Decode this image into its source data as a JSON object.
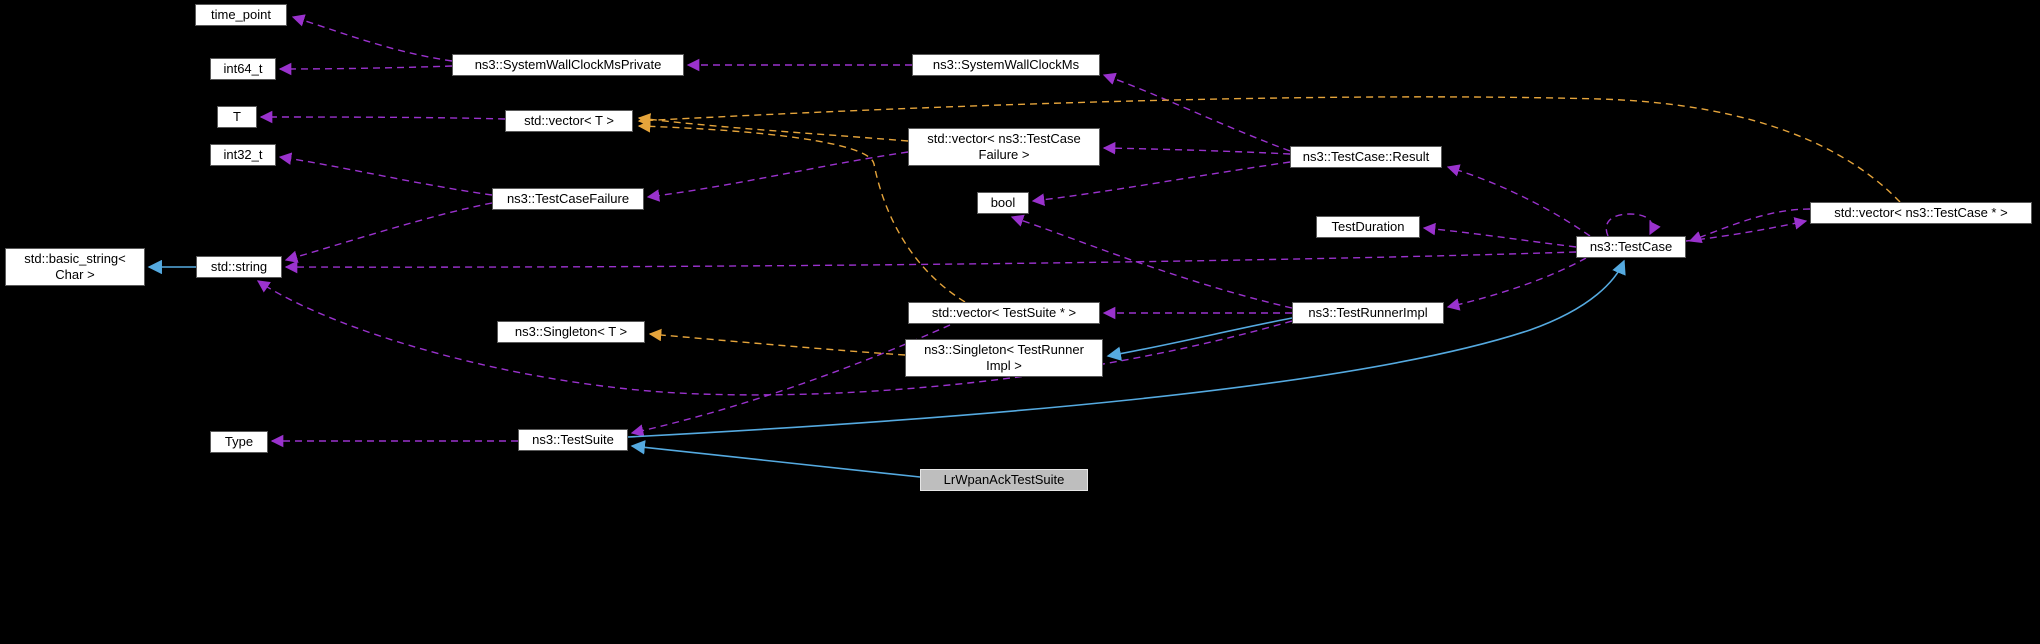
{
  "diagram": {
    "kind": "doxygen-collaboration-graph",
    "highlighted_node": "LrWpanAckTestSuite",
    "colors": {
      "background": "#000000",
      "node_fill": "#ffffff",
      "node_text": "#000000",
      "highlight_fill": "#bebebe",
      "collaboration_edge": "#9a32cd",
      "template_edge": "#e5a43b",
      "inheritance_edge": "#55aae0"
    },
    "nodes": [
      {
        "id": "time-point",
        "label": "time_point"
      },
      {
        "id": "int64-t",
        "label": "int64_t"
      },
      {
        "id": "t",
        "label": "T"
      },
      {
        "id": "int32-t",
        "label": "int32_t"
      },
      {
        "id": "system-wall-clock-ms-private",
        "label": "ns3::SystemWallClockMsPrivate"
      },
      {
        "id": "system-wall-clock-ms",
        "label": "ns3::SystemWallClockMs"
      },
      {
        "id": "vector-t",
        "label": "std::vector< T >"
      },
      {
        "id": "vector-testcase-failure",
        "label": "std::vector< ns3::TestCase Failure >"
      },
      {
        "id": "testcase-result",
        "label": "ns3::TestCase::Result"
      },
      {
        "id": "testcase-failure",
        "label": "ns3::TestCaseFailure"
      },
      {
        "id": "bool",
        "label": "bool"
      },
      {
        "id": "test-duration",
        "label": "TestDuration"
      },
      {
        "id": "testcase",
        "label": "ns3::TestCase"
      },
      {
        "id": "vector-testcase-ptr",
        "label": "std::vector< ns3::TestCase * >"
      },
      {
        "id": "basic-string-char",
        "label": "std::basic_string< Char >"
      },
      {
        "id": "std-string",
        "label": "std::string"
      },
      {
        "id": "vector-testsuite-ptr",
        "label": "std::vector< TestSuite * >"
      },
      {
        "id": "test-runner-impl",
        "label": "ns3::TestRunnerImpl"
      },
      {
        "id": "singleton-t",
        "label": "ns3::Singleton< T >"
      },
      {
        "id": "singleton-test-runner-impl",
        "label": "ns3::Singleton< TestRunner Impl >"
      },
      {
        "id": "type",
        "label": "Type"
      },
      {
        "id": "testsuite",
        "label": "ns3::TestSuite"
      },
      {
        "id": "lr-wpan-ack-test-suite",
        "label": "LrWpanAckTestSuite"
      }
    ],
    "edges": [
      {
        "from": "ns3::SystemWallClockMsPrivate",
        "to": "time_point",
        "kind": "collaboration"
      },
      {
        "from": "ns3::SystemWallClockMsPrivate",
        "to": "int64_t",
        "kind": "collaboration"
      },
      {
        "from": "ns3::SystemWallClockMs",
        "to": "ns3::SystemWallClockMsPrivate",
        "kind": "collaboration"
      },
      {
        "from": "std::vector< T >",
        "to": "T",
        "kind": "collaboration"
      },
      {
        "from": "ns3::TestCaseFailure",
        "to": "int32_t",
        "kind": "collaboration"
      },
      {
        "from": "ns3::TestCaseFailure",
        "to": "std::string",
        "kind": "collaboration"
      },
      {
        "from": "std::vector< ns3::TestCase Failure >",
        "to": "ns3::TestCaseFailure",
        "kind": "collaboration"
      },
      {
        "from": "ns3::TestCase::Result",
        "to": "std::vector< ns3::TestCase Failure >",
        "kind": "collaboration"
      },
      {
        "from": "ns3::TestCase::Result",
        "to": "ns3::SystemWallClockMs",
        "kind": "collaboration"
      },
      {
        "from": "ns3::TestCase::Result",
        "to": "bool",
        "kind": "collaboration"
      },
      {
        "from": "ns3::TestCase",
        "to": "ns3::TestCase::Result",
        "kind": "collaboration"
      },
      {
        "from": "ns3::TestCase",
        "to": "TestDuration",
        "kind": "collaboration"
      },
      {
        "from": "ns3::TestCase",
        "to": "std::string",
        "kind": "collaboration"
      },
      {
        "from": "ns3::TestCase",
        "to": "ns3::TestCase",
        "kind": "collaboration"
      },
      {
        "from": "ns3::TestCase",
        "to": "std::vector< ns3::TestCase * >",
        "kind": "collaboration"
      },
      {
        "from": "std::vector< ns3::TestCase * >",
        "to": "ns3::TestCase",
        "kind": "collaboration"
      },
      {
        "from": "ns3::TestCase",
        "to": "ns3::TestRunnerImpl",
        "kind": "collaboration"
      },
      {
        "from": "ns3::TestRunnerImpl",
        "to": "std::vector< TestSuite * >",
        "kind": "collaboration"
      },
      {
        "from": "ns3::TestRunnerImpl",
        "to": "bool",
        "kind": "collaboration"
      },
      {
        "from": "ns3::TestRunnerImpl",
        "to": "std::string",
        "kind": "collaboration"
      },
      {
        "from": "std::vector< TestSuite * >",
        "to": "ns3::TestSuite",
        "kind": "collaboration"
      },
      {
        "from": "ns3::TestSuite",
        "to": "Type",
        "kind": "collaboration"
      },
      {
        "from": "std::vector< ns3::TestCase Failure >",
        "to": "std::vector< T >",
        "kind": "template-instantiation"
      },
      {
        "from": "std::vector< ns3::TestCase * >",
        "to": "std::vector< T >",
        "kind": "template-instantiation"
      },
      {
        "from": "std::vector< TestSuite * >",
        "to": "std::vector< T >",
        "kind": "template-instantiation"
      },
      {
        "from": "ns3::Singleton< TestRunner Impl >",
        "to": "ns3::Singleton< T >",
        "kind": "template-instantiation"
      },
      {
        "from": "std::string",
        "to": "std::basic_string< Char >",
        "kind": "inheritance"
      },
      {
        "from": "ns3::TestRunnerImpl",
        "to": "ns3::Singleton< TestRunner Impl >",
        "kind": "inheritance"
      },
      {
        "from": "ns3::TestSuite",
        "to": "ns3::TestCase",
        "kind": "inheritance"
      },
      {
        "from": "LrWpanAckTestSuite",
        "to": "ns3::TestSuite",
        "kind": "inheritance"
      }
    ]
  }
}
